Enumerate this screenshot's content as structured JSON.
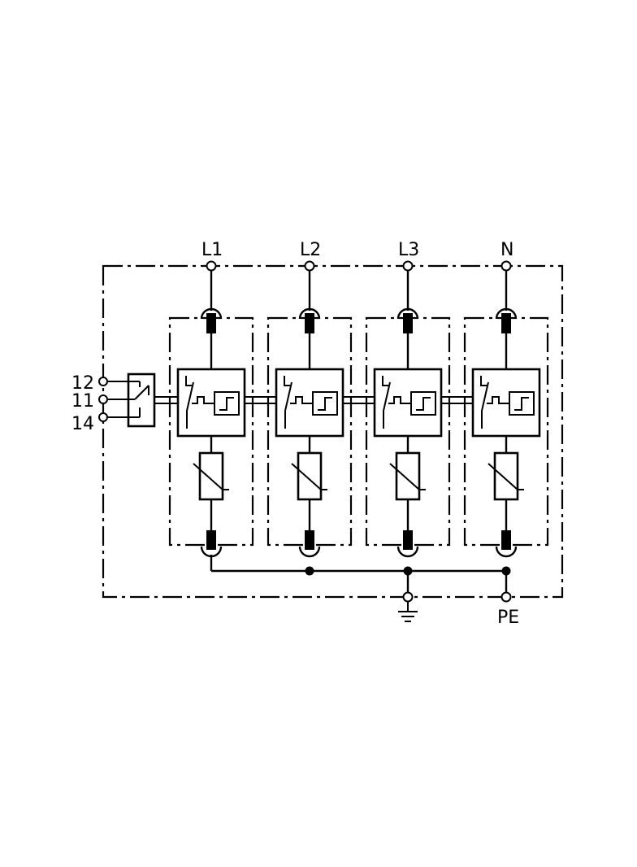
{
  "diagram": {
    "phases": [
      {
        "label": "L1"
      },
      {
        "label": "L2"
      },
      {
        "label": "L3"
      },
      {
        "label": "N"
      }
    ],
    "contacts": [
      {
        "label": "12"
      },
      {
        "label": "11"
      },
      {
        "label": "14"
      }
    ],
    "bottom_terminals": {
      "pe_label": "PE",
      "earth_icon": "earth-ground-icon"
    }
  }
}
